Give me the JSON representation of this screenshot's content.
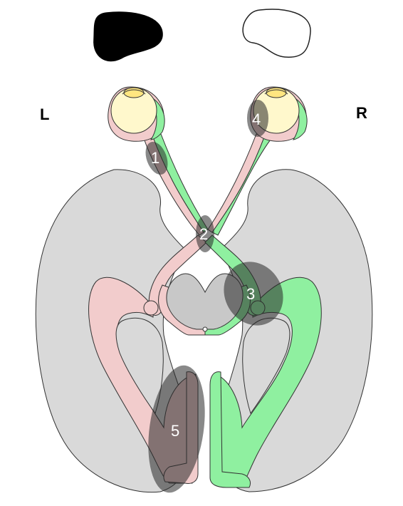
{
  "labels": {
    "left": "L",
    "right": "R"
  },
  "lesions": [
    "1",
    "2",
    "3",
    "4",
    "5"
  ],
  "colors": {
    "left_pathway": "#f2cccc",
    "right_pathway": "#8ff0a0",
    "brain": "#d9d9d9",
    "eyeball": "#fff8cc",
    "lesion": "rgba(40,40,40,0.55)",
    "outline": "#333333",
    "left_field": "#000000",
    "right_field": "#ffffff"
  }
}
